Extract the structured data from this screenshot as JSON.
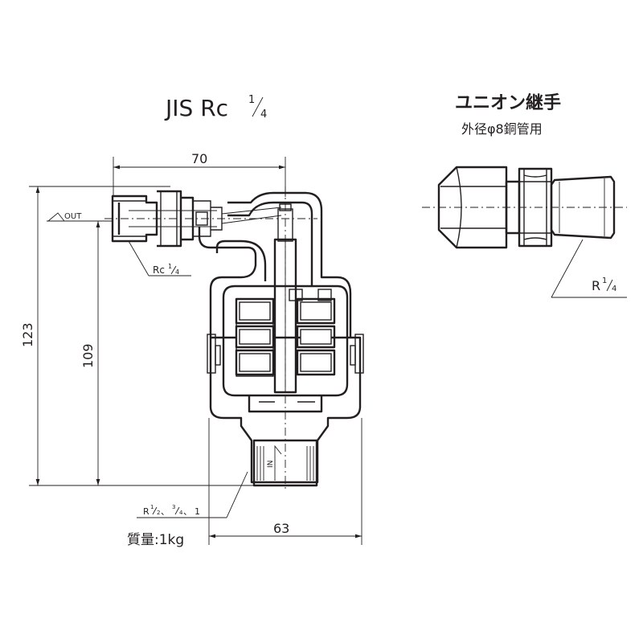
{
  "main_view": {
    "title": "JIS Rc",
    "title_sup": "1",
    "title_sub": "4",
    "dimensions": {
      "width": "70",
      "height_total": "123",
      "height_inlet": "109",
      "width_bottom": "63"
    },
    "port_out_label": "OUT",
    "port_in_label": "IN",
    "rc_label_prefix": "Rc",
    "rc_label_num": "1",
    "rc_label_den": "4",
    "inlet_thread_label": {
      "prefix": "R",
      "n1": "1",
      "d1": "2",
      "sep1": "、",
      "n2": "3",
      "d2": "4",
      "sep2": "、",
      "last": "1"
    },
    "mass_label": "質量:1kg"
  },
  "union_view": {
    "title": "ユニオン継手",
    "subtitle": "外径φ8銅管用",
    "thread_label_prefix": "R",
    "thread_label_num": "1",
    "thread_label_den": "4"
  }
}
